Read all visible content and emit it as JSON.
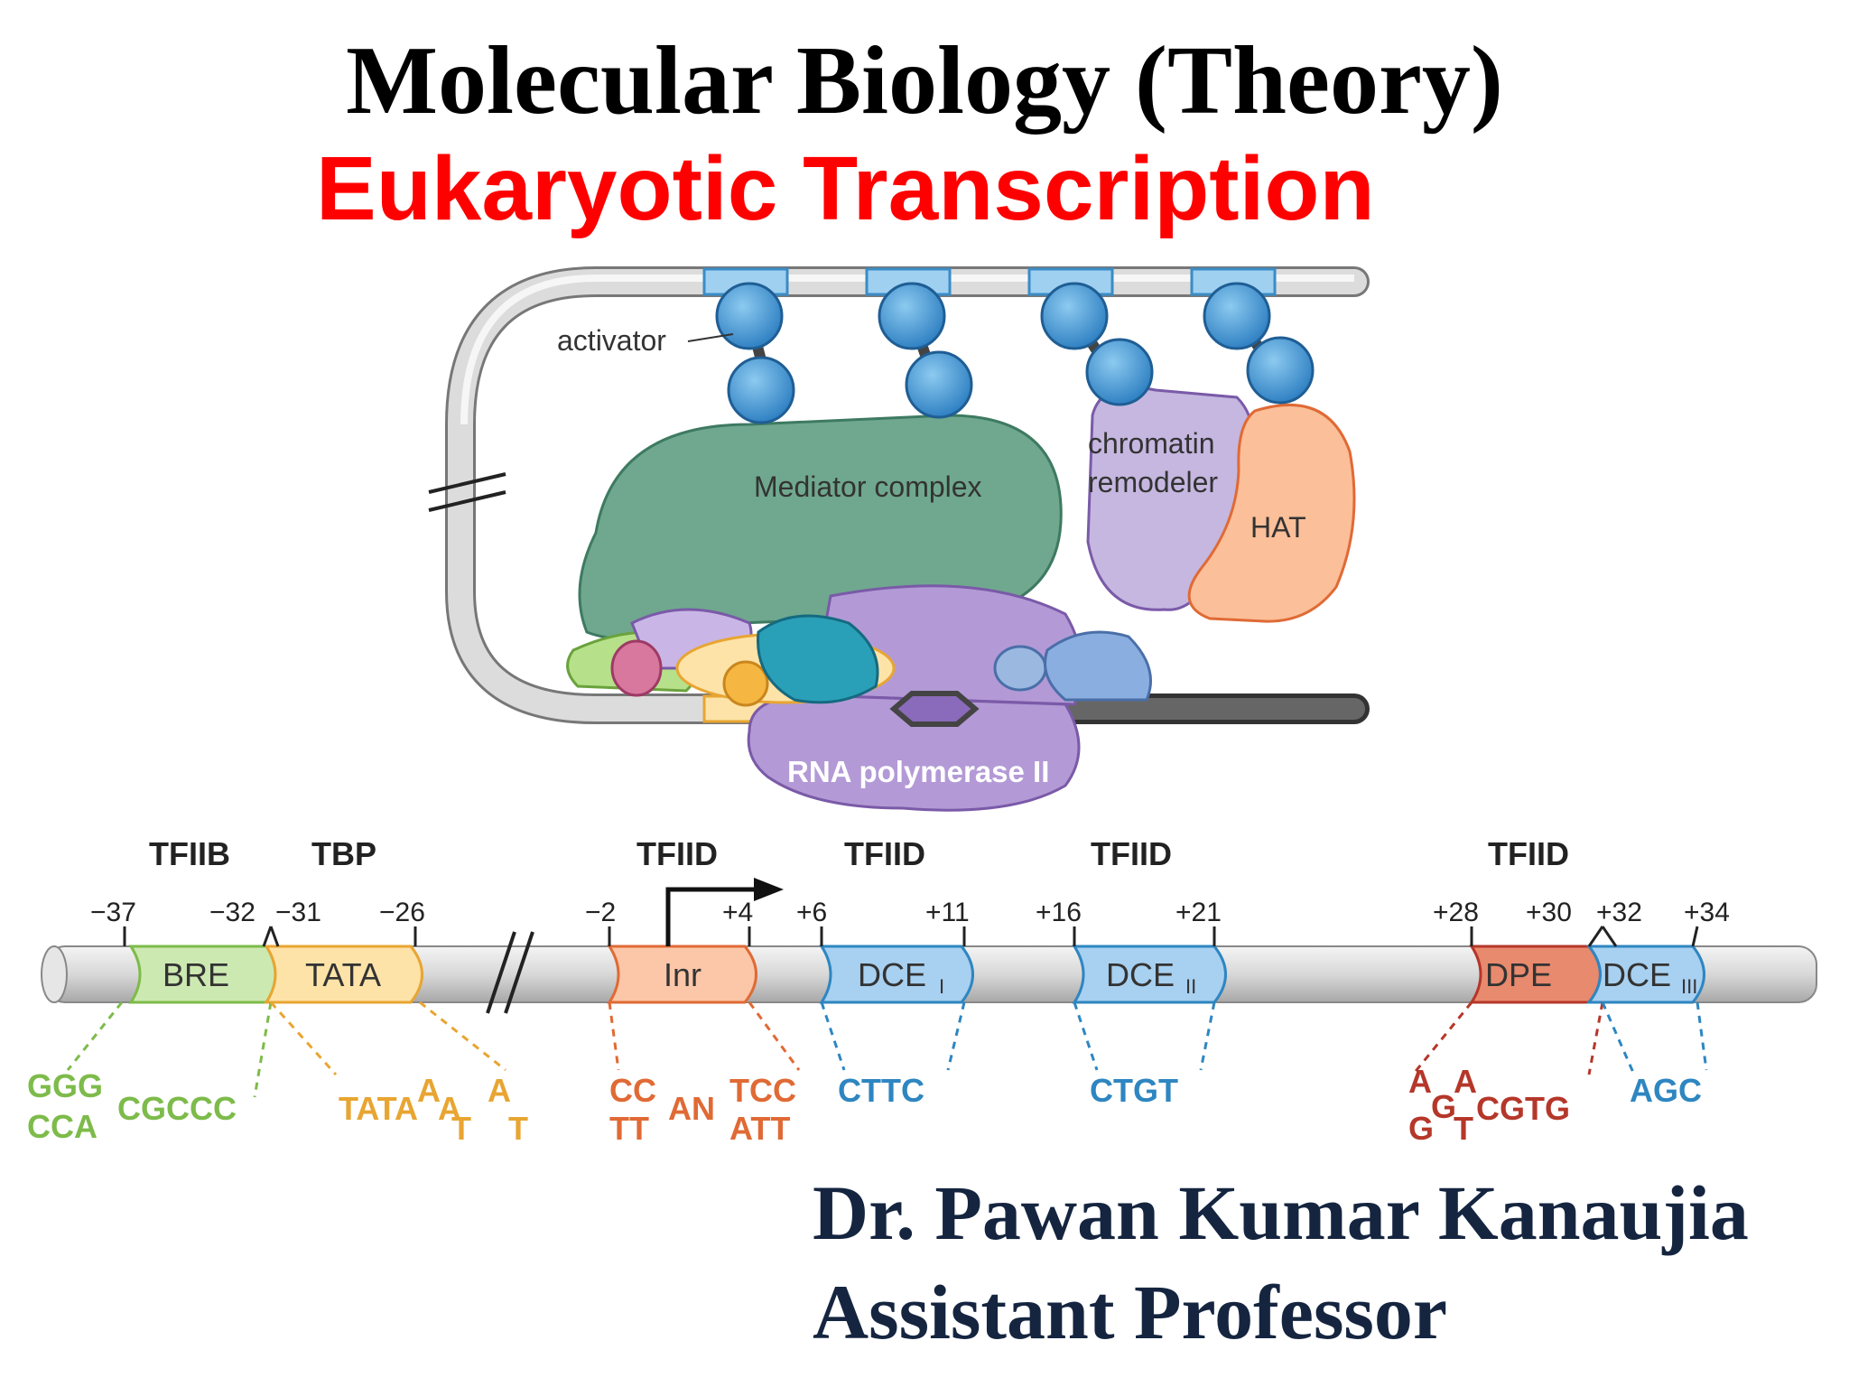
{
  "header": {
    "title": "Molecular Biology (Theory)",
    "subtitle": "Eukaryotic Transcription"
  },
  "diagram": {
    "labels": {
      "activator": "activator",
      "mediator": "Mediator complex",
      "chromatin_line1": "chromatin",
      "chromatin_line2": "remodeler",
      "hat": "HAT",
      "rna_pol": "RNA polymerase II"
    }
  },
  "promoter": {
    "factors": [
      "TFIIB",
      "TBP",
      "TFIID",
      "TFIID",
      "TFIID",
      "TFIID"
    ],
    "positions": [
      "−37",
      "−32",
      "−31",
      "−26",
      "−2",
      "+4",
      "+6",
      "+11",
      "+16",
      "+21",
      "+28",
      "+30",
      "+32",
      "+34"
    ],
    "elements": {
      "bre": "BRE",
      "tata": "TATA",
      "inr": "Inr",
      "dce1": "DCE",
      "dce1_sub": "I",
      "dce2": "DCE",
      "dce2_sub": "II",
      "dpe": "DPE",
      "dce3": "DCE",
      "dce3_sub": "III"
    },
    "sequences": {
      "bre_top": "GGG",
      "bre_bottom": "CCA",
      "bre_tail": "CGCCC",
      "tata_main": "TATA",
      "tata_a1": "A",
      "tata_t1": "T",
      "tata_a2": "A",
      "tata_a3": "A",
      "tata_t2": "T",
      "inr_cc": "CC",
      "inr_tt": "TT",
      "inr_an": "AN",
      "inr_tcc": "TCC",
      "inr_att": "ATT",
      "dce1": "CTTC",
      "dce2": "CTGT",
      "dpe_a1": "A",
      "dpe_g1": "G",
      "dpe_g2": "G",
      "dpe_a2": "A",
      "dpe_t": "T",
      "dpe_cgtg": "CGTG",
      "dce3": "AGC"
    }
  },
  "credits": {
    "author": "Dr. Pawan Kumar Kanaujia",
    "role": "Assistant Professor"
  },
  "colors": {
    "title": "#000000",
    "subtitle": "#ff0000",
    "author": "#152540",
    "bre": "#7dbb4a",
    "tata": "#e8a532",
    "inr": "#e06a35",
    "dce": "#2e86c1",
    "dpe": "#b5372a"
  }
}
